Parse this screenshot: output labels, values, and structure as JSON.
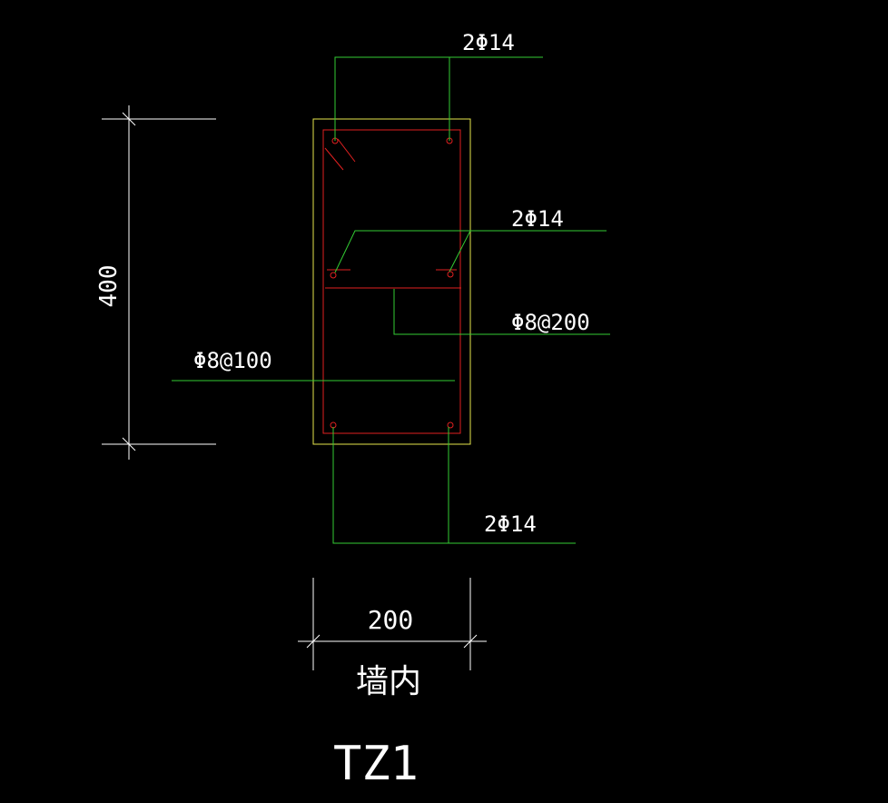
{
  "drawing": {
    "title": "TZ1",
    "location_note": "墙内",
    "dimensions": {
      "height_label": "400",
      "width_label": "200"
    },
    "rebar_labels": {
      "top_bars": "2Φ14",
      "middle_bars": "2Φ14",
      "bottom_bars": "2Φ14",
      "stirrup_main": "Φ8@100",
      "stirrup_tie": "Φ8@200"
    },
    "colors": {
      "background": "#000000",
      "outline": "#e6e64c",
      "stirrup": "#e02020",
      "leader": "#33cc33",
      "dimension": "#ffffff",
      "text": "#ffffff"
    }
  }
}
